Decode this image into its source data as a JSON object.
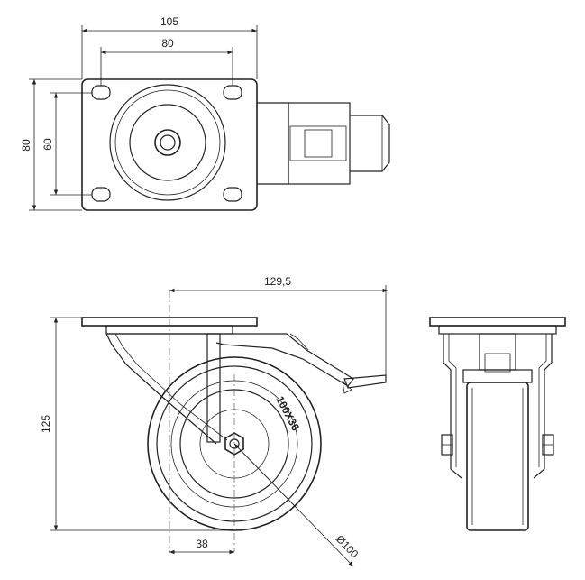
{
  "dimensions": {
    "top_width_outer": "105",
    "top_width_inner": "80",
    "top_height_outer": "80",
    "top_height_inner": "60",
    "side_length": "129,5",
    "side_height": "125",
    "offset": "38",
    "wheel_diameter": "Ø100",
    "wheel_marking": "100X36"
  }
}
